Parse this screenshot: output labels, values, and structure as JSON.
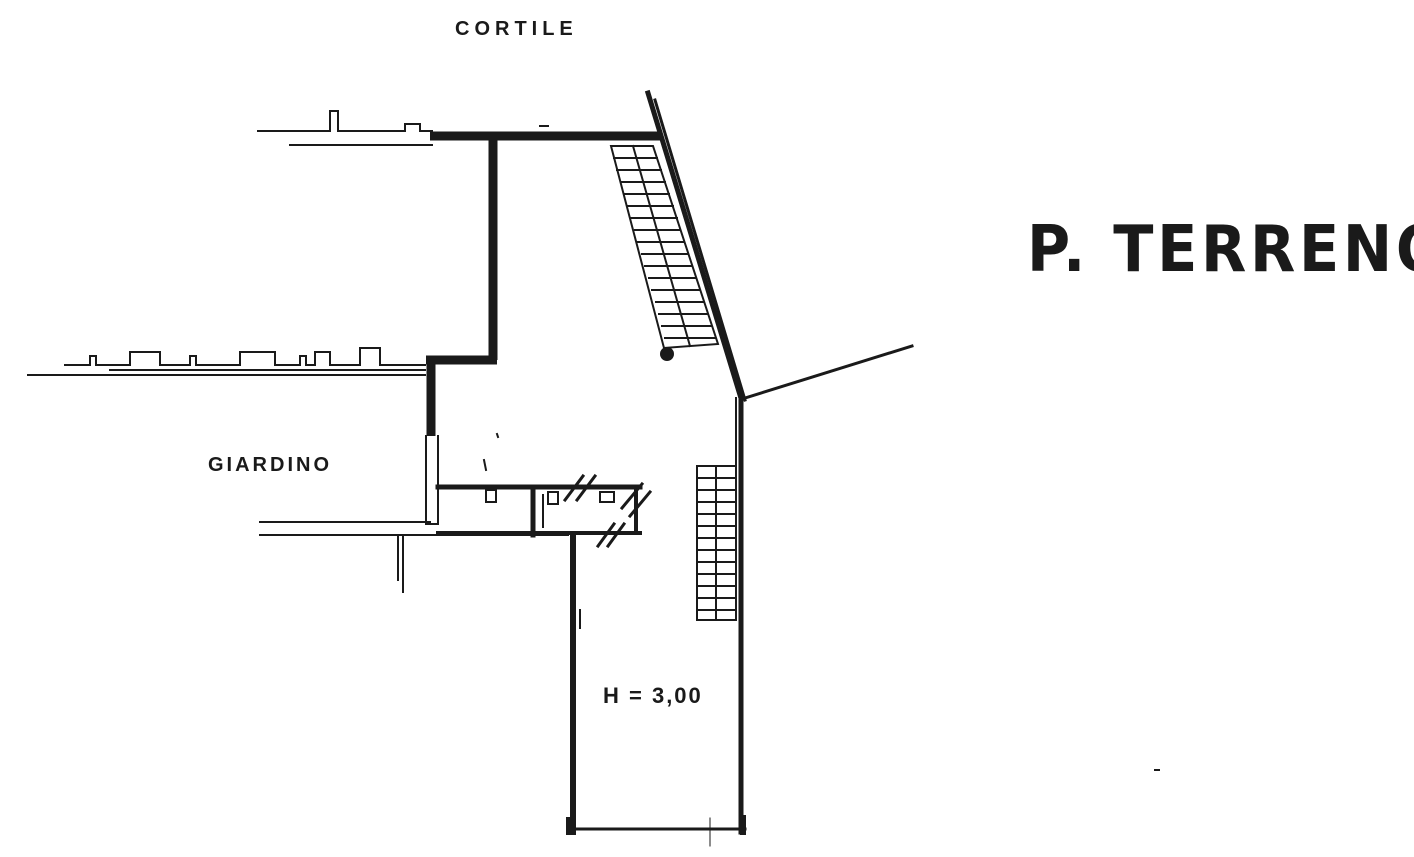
{
  "labels": {
    "cortile": "CORTILE",
    "giardino": "GIARDINO",
    "height": "H = 3,00",
    "floor_title": "P. TERRENO"
  },
  "colors": {
    "ink": "#1a1a1a",
    "paper": "#ffffff"
  }
}
